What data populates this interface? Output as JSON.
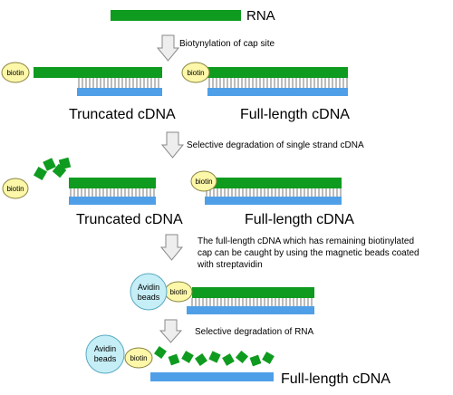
{
  "rna_label": "RNA",
  "steps": {
    "step1": "Biotynylation of cap site",
    "step2": "Selective degradation of single strand cDNA",
    "step3": [
      "The full-length cDNA which has remaining biotinylated",
      "cap can be caught by using the magnetic beads coated",
      "with streptavidin"
    ],
    "step4": "Selective degradation of RNA"
  },
  "labels": {
    "truncated": "Truncated cDNA",
    "full_length": "Full-length cDNA",
    "biotin": "biotin",
    "avidin_line1": "Avidin",
    "avidin_line2": "beads"
  },
  "colors": {
    "rna": "#0f9b1f",
    "cdna": "#4f9fe8",
    "biotin_fill": "#fdf7a9",
    "biotin_stroke": "#8a8440",
    "avidin_fill": "#c5eef6",
    "avidin_stroke": "#5aaac2",
    "arrow_fill": "#eeeeee",
    "arrow_stroke": "#8a8a8a"
  }
}
